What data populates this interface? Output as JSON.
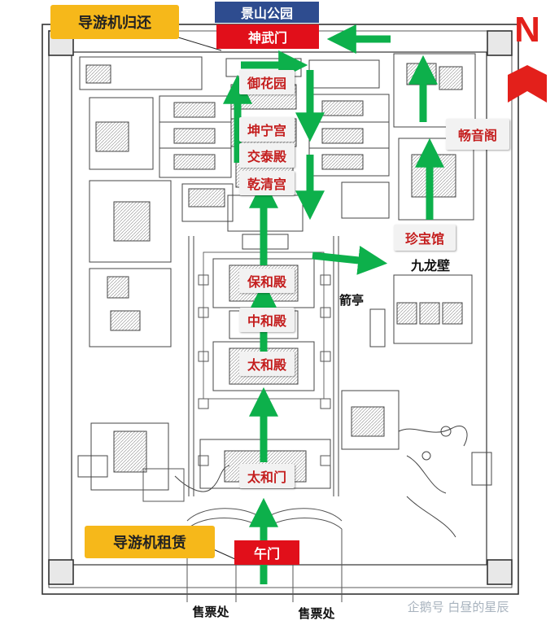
{
  "north_label": "N",
  "landmarks": {
    "jingshan_park": "景山公园",
    "shenwumen": "神武门",
    "yuhuayuan": "御花园",
    "kunninggong": "坤宁宫",
    "jiaotaidian": "交泰殿",
    "qianqinggong": "乾清宫",
    "baohedian": "保和殿",
    "zhonghedian": "中和殿",
    "taihedian": "太和殿",
    "taihemen": "太和门",
    "wumen": "午门",
    "zhenbaoguan": "珍宝馆",
    "changyinge": "畅音阁",
    "jiulongbi": "九龙壁",
    "jianting": "箭亭"
  },
  "callouts": {
    "audio_guide_return": "导游机归还",
    "audio_guide_rental": "导游机租赁"
  },
  "ticket_offices": [
    "售票处",
    "售票处"
  ],
  "watermark": "企鹅号 白昼的星辰",
  "colors": {
    "route_arrow": "#0db04b",
    "red_label": "#c41e1e",
    "callout_gold": "#f6b81a",
    "gate_red": "#e10f1a",
    "park_navy": "#2e4c8f",
    "north_arrow": "#e3201b"
  }
}
